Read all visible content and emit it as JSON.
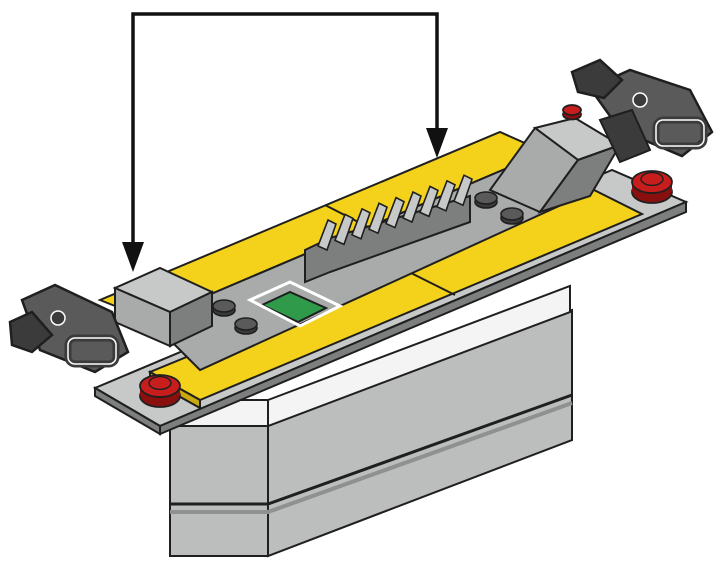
{
  "diagram": {
    "kind": "lego-build-step",
    "printed_text": "",
    "colors": {
      "outline": "#1f1f1f",
      "plate_gray": "#a9aaaa",
      "plate_gray_dark": "#7d7e7e",
      "light_gray_top": "#c7c8c8",
      "base_gray": "#bcbdbd",
      "base_dark": "#8f9090",
      "white_band": "#f4f4f4",
      "yellow": "#f4d21c",
      "yellow_dark": "#c9a90d",
      "red": "#c81d1d",
      "red_dark": "#8a1010",
      "green": "#2e9a4a",
      "black_part": "#3b3b3b",
      "black_light": "#5a5a5a",
      "arrow": "#111111"
    },
    "callout": {
      "arrow_count": 2,
      "description_icon": "arrow-down-icon"
    },
    "parts": {
      "base_block": "stand-base",
      "top_plate": "gray-plate",
      "rails": "yellow-tiles",
      "grille": "gray-grille",
      "studs": "red-round-plates",
      "clips": "black-clip-hinges",
      "button": "green-tile"
    }
  }
}
